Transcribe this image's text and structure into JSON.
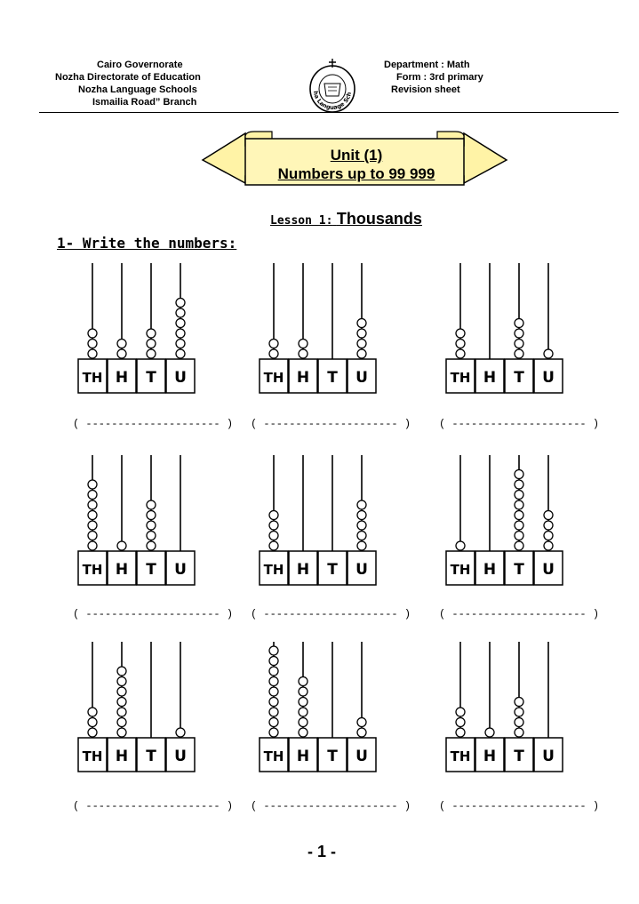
{
  "header": {
    "left": [
      "Cairo Governorate",
      "Nozha Directorate of Education",
      "Nozha Language Schools",
      "Ismailia Road” Branch"
    ],
    "right": [
      "Department : Math",
      "Form    : 3rd primary",
      "Revision sheet"
    ],
    "seal_text": "Nozha Language Schools"
  },
  "banner": {
    "line1": "Unit (1)",
    "line2": "Numbers up to 99 999"
  },
  "lesson": {
    "prefix": "Lesson 1:",
    "title": "Thousands"
  },
  "question": "1- Write the numbers:",
  "place_labels": [
    "TH",
    "H",
    "T",
    "U"
  ],
  "answer_blank": "(  ---------------------  )",
  "abaci": [
    {
      "beads": [
        3,
        2,
        3,
        6
      ]
    },
    {
      "beads": [
        2,
        2,
        0,
        4
      ]
    },
    {
      "beads": [
        3,
        0,
        4,
        1
      ]
    },
    {
      "beads": [
        7,
        1,
        5,
        0
      ]
    },
    {
      "beads": [
        4,
        0,
        0,
        5
      ]
    },
    {
      "beads": [
        1,
        0,
        8,
        4
      ]
    },
    {
      "beads": [
        3,
        7,
        0,
        1
      ]
    },
    {
      "beads": [
        9,
        6,
        0,
        2
      ]
    },
    {
      "beads": [
        3,
        1,
        4,
        0
      ]
    }
  ],
  "page_number": "- 1 -"
}
